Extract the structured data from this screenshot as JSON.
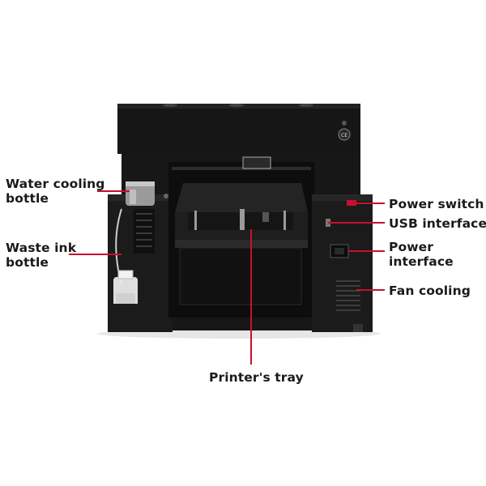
{
  "labels": {
    "water_cooling": [
      "Water cooling",
      "bottle"
    ],
    "waste_ink": [
      "Waste ink",
      "bottle"
    ],
    "power_switch": [
      "Power switch"
    ],
    "usb_interface": [
      "USB interface"
    ],
    "power_interface": [
      "Power",
      "interface"
    ],
    "fan_cooling": [
      "Fan cooling"
    ],
    "printers_tray": [
      "Printer's tray"
    ]
  },
  "colors": {
    "leader": "#c8102e",
    "body": "#141414",
    "frame": "#232323",
    "text": "#1a1a1a"
  },
  "icons": {
    "ce_mark": "CE"
  }
}
